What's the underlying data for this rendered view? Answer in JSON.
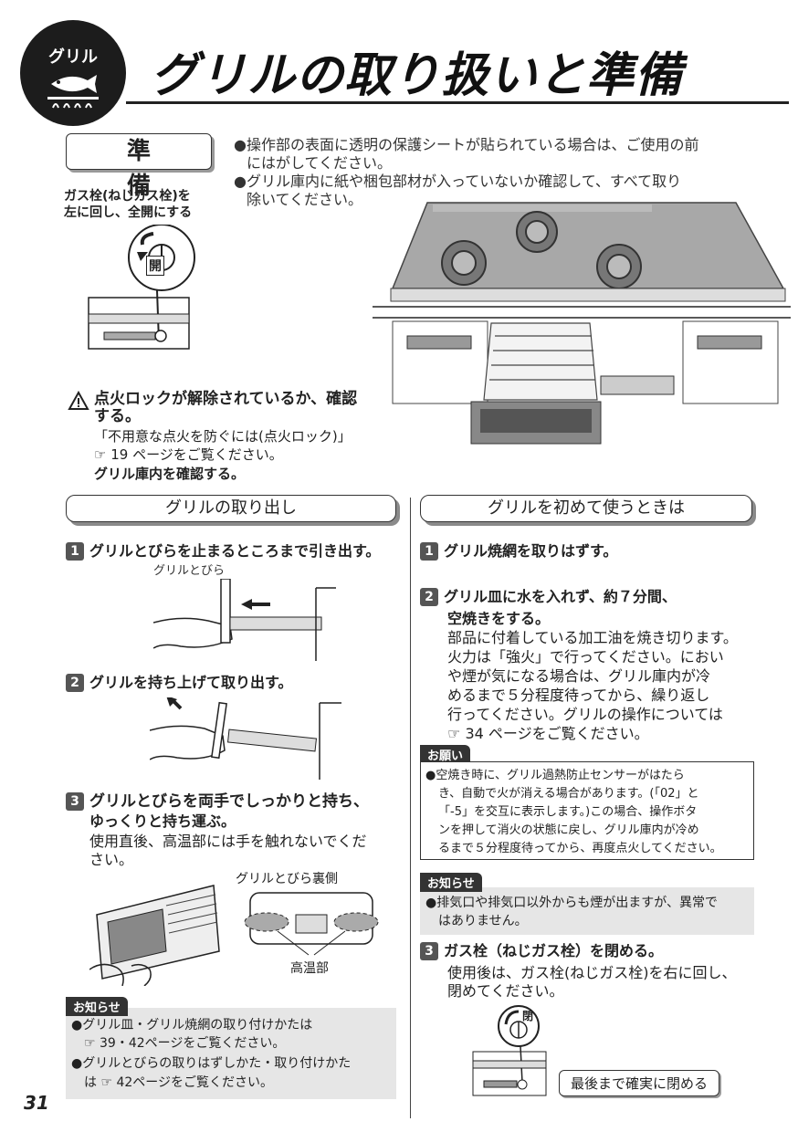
{
  "header": {
    "icon_label": "グリル",
    "title": "グリルの取り扱いと準備"
  },
  "prep": {
    "box_label": "準 備",
    "gas_caption_1": "ガス栓(ねじガス栓)を",
    "gas_caption_2": "左に回し、全開にする",
    "open_label": "開",
    "bullets": [
      {
        "l1": "操作部の表面に透明の保護シートが貼られている場合は、ご使用の前",
        "l2": "にはがしてください。"
      },
      {
        "l1": "グリル庫内に紙や梱包部材が入っていないか確認して、すべて取り",
        "l2": "除いてください。"
      }
    ],
    "warn_1": "点火ロックが解除されているか、確認",
    "warn_2": "する。",
    "warn_3": "「不用意な点火を防ぐには(点火ロック)」",
    "warn_4": "19 ページをご覧ください。",
    "warn_5": "グリル庫内を確認する。"
  },
  "left": {
    "section_title": "グリルの取り出し",
    "step1_num": "1",
    "step1": "グリルとびらを止まるところまで引き出す。",
    "step1_fig_label": "グリルとびら",
    "step2_num": "2",
    "step2": "グリルを持ち上げて取り出す。",
    "step3_num": "3",
    "step3_l1": "グリルとびらを両手でしっかりと持ち、",
    "step3_l2": "ゆっくりと持ち運ぶ。",
    "step3_body_1": "使用直後、高温部には手を触れないでくだ",
    "step3_body_2": "さい。",
    "fig_back_label": "グリルとびら裏側",
    "fig_hot_label": "高温部",
    "note_tag": "お知らせ",
    "note_1a": "グリル皿・グリル焼網の取り付けかたは",
    "note_1b": "39・42ページをご覧ください。",
    "note_2a": "グリルとびらの取りはずしかた・取り付けかた",
    "note_2b": "42ページをご覧ください。",
    "note_2pre": "は",
    "page_num": "31"
  },
  "right": {
    "section_title": "グリルを初めて使うときは",
    "step1_num": "1",
    "step1": "グリル焼網を取りはずす。",
    "step2_num": "2",
    "step2_l1": "グリル皿に水を入れず、約７分間、",
    "step2_l2": "空焼きをする。",
    "step2_body": [
      "部品に付着している加工油を焼き切ります。",
      "火力は「強火」で行ってください。におい",
      "や煙が気になる場合は、グリル庫内が冷",
      "めるまで５分程度待ってから、繰り返し",
      "行ってください。グリルの操作については",
      "34 ページをご覧ください。"
    ],
    "onegai_tag": "お願い",
    "onegai_lines": [
      "空焼き時に、グリル過熱防止センサーがはたら",
      "き、自動で火が消える場合があります。(「02」と",
      "「-5」を交互に表示します。)この場合、操作ボタ",
      "ンを押して消火の状態に戻し、グリル庫内が冷め",
      "るまで５分程度待ってから、再度点火してください。"
    ],
    "info_tag": "お知らせ",
    "info_1": "排気口や排気口以外からも煙が出ますが、異常で",
    "info_2": "はありません。",
    "step3_num": "3",
    "step3": "ガス栓（ねじガス栓）を閉める。",
    "step3_body_1": "使用後は、ガス栓(ねじガス栓)を右に回し、",
    "step3_body_2": "閉めてください。",
    "close_label": "閉",
    "callout": "最後まで確実に閉める"
  }
}
